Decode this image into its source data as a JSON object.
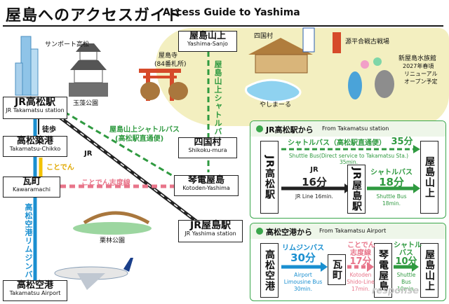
{
  "title": {
    "jp": "屋島へのアクセスガイド",
    "en": "Access Guide to Yashima"
  },
  "stations": {
    "jr_takamatsu": {
      "jp": "JR高松駅",
      "en": "JR Takamatsu station"
    },
    "takamatsu_chikko": {
      "jp": "高松築港",
      "en": "Takamatsu-Chikko"
    },
    "kawaramachi": {
      "jp": "瓦町",
      "en": "Kawaramachi"
    },
    "takamatsu_airport": {
      "jp": "高松空港",
      "en": "Takamatsu Airport"
    },
    "yashima_sanjo": {
      "jp": "屋島山上",
      "en": "Yashima-Sanjo"
    },
    "shikoku_mura": {
      "jp": "四国村",
      "en": "Shikoku-mura"
    },
    "kotoden_yashima": {
      "jp": "琴電屋島",
      "en": "Kotoden-Yashima"
    },
    "jr_yashima": {
      "jp": "JR屋島駅",
      "en": "JR Yashima station"
    }
  },
  "map_labels": {
    "sunport": "サンポート高松",
    "tamamo": "玉藻公園",
    "yashimaji": "屋島寺",
    "yashimaji_note": "(84番札所)",
    "shikokumura_landmark": "四国村",
    "genpei": "源平合戦古戦場",
    "aquarium_1": "新屋島水族館",
    "aquarium_2": "2027年春頃",
    "aquarium_3": "リニューアル",
    "aquarium_4": "オープン予定",
    "yashimaru": "やしまーる",
    "ritsurin": "栗林公園",
    "walk": "徒歩",
    "kotoden": "ことでん",
    "jr": "JR",
    "shido_line": "ことでん志度線",
    "shuttle_1": "屋島山上シャトルバス",
    "shuttle_2": "(高松駅直通便)",
    "shuttle_vertical": "屋島山上シャトルバス",
    "limousine_vertical": "高松空港リムジンバス"
  },
  "panel1": {
    "heading_jp": "JR高松駅から",
    "heading_en": "From Takamatsu station",
    "start": "JR高松駅",
    "mid": "JR屋島駅",
    "end": "屋島山上",
    "direct_jp": "シャトルバス（高松駅直通便）",
    "direct_min": "35分",
    "direct_en": "Shuttle Bus(Direct service to Takamatsu Sta.) 35min.",
    "seg1_jp": "JR",
    "seg1_min": "16分",
    "seg1_en": "JR Line 16min.",
    "seg2_jp": "シャトルバス",
    "seg2_min": "18分",
    "seg2_en_1": "Shuttle Bus",
    "seg2_en_2": "18min."
  },
  "panel2": {
    "heading_jp": "高松空港から",
    "heading_en": "From Takamatsu Airport",
    "start": "高松空港",
    "mid1": "瓦町",
    "mid2": "琴電屋島",
    "end": "屋島山上",
    "seg1_jp": "リムジンバス",
    "seg1_min": "30分",
    "seg1_en_1": "Airport",
    "seg1_en_2": "Limousine Bus",
    "seg1_en_3": "30min.",
    "seg2_jp_1": "ことでん",
    "seg2_jp_2": "志度線",
    "seg2_min": "17分",
    "seg2_en_1": "Kotoden",
    "seg2_en_2": "Shido-Line",
    "seg2_en_3": "17min.",
    "seg3_jp_1": "シャトル",
    "seg3_jp_2": "バス",
    "seg3_min": "10分",
    "seg3_en_1": "Shuttle",
    "seg3_en_2": "Bus",
    "seg3_en_3": "10min."
  },
  "watermark": "response",
  "colors": {
    "jr": "#222222",
    "shuttle": "#2f9a40",
    "limousine": "#1a8fd0",
    "kotoden_yellow": "#f2c200",
    "kotoden_pink": "#e8758a",
    "scene_bg": "#f3efc0"
  }
}
